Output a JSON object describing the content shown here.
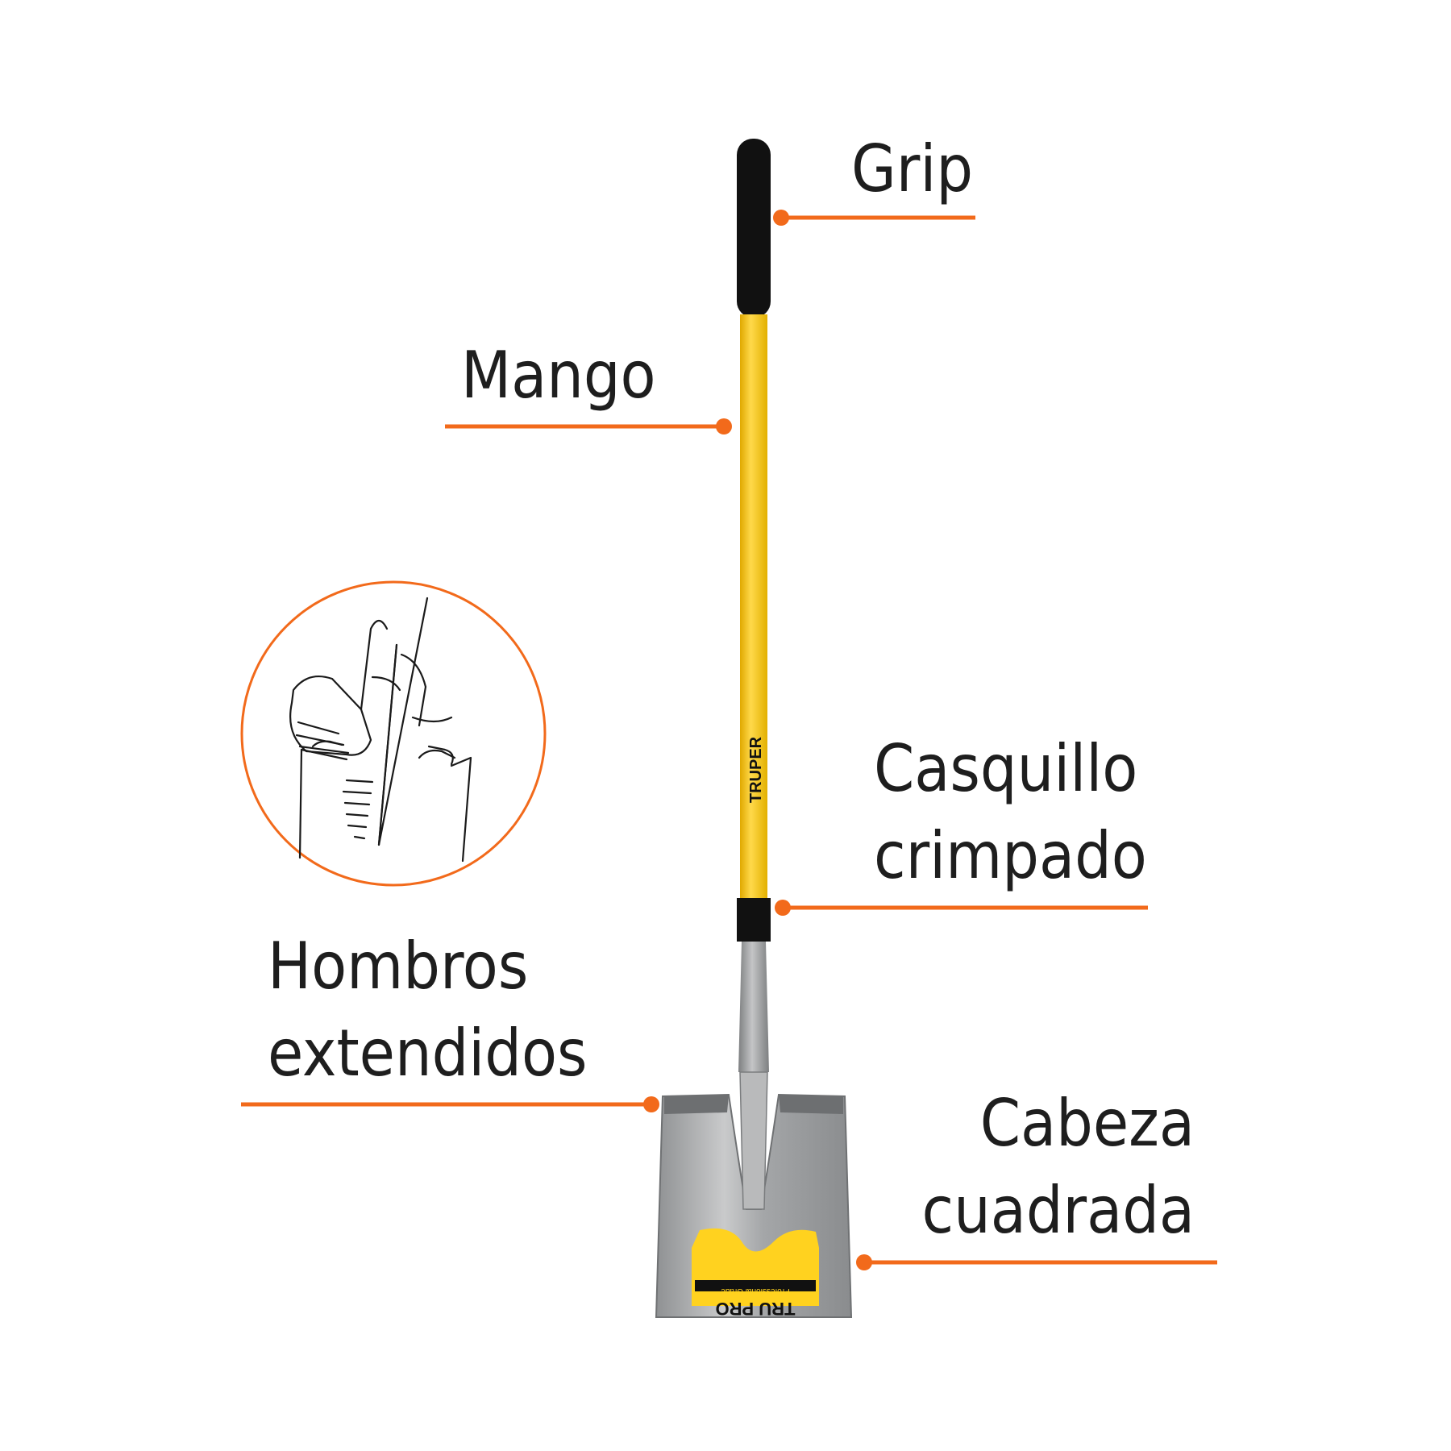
{
  "labels": {
    "grip": "Grip",
    "mango": "Mango",
    "casquillo": [
      "Casquillo",
      "crimpado"
    ],
    "hombros": [
      "Hombros",
      "extendidos"
    ],
    "cabeza": [
      "Cabeza",
      "cuadrada"
    ]
  },
  "product_marks": {
    "handle_brand": "TRUPER",
    "head_sticker_brand": "TRU PRO",
    "head_sticker_grade": "Professional Grade"
  },
  "colors": {
    "accent": "#f26a1b",
    "handle_yellow": "#ffd02b",
    "grip_black": "#111111",
    "steel": "#a7a9ab",
    "text": "#1e1e1e"
  }
}
